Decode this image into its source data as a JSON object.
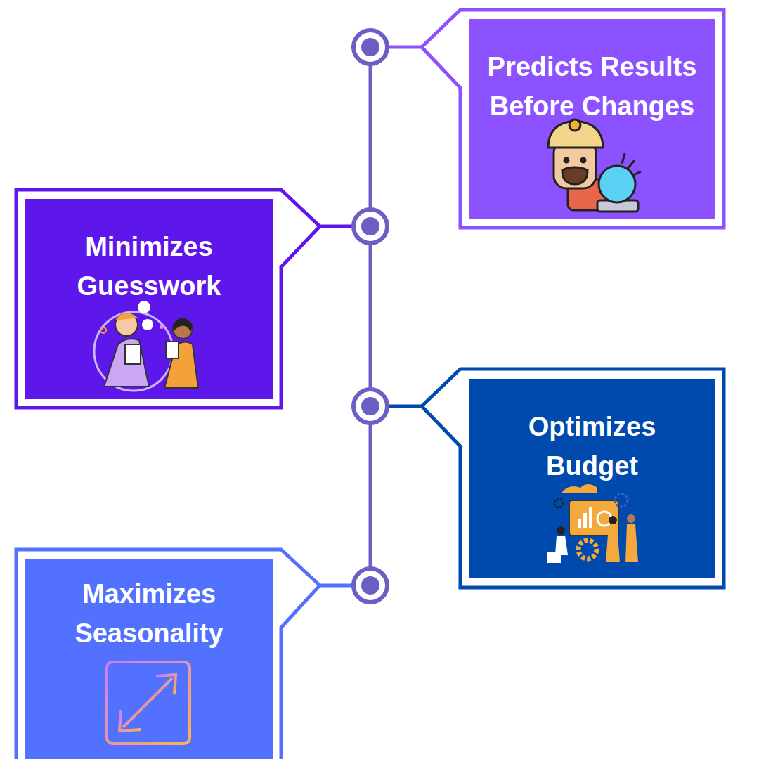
{
  "diagram": {
    "nodes": [
      {
        "text": [
          "Predicts Results Before Changes"
        ]
      },
      {
        "text": [
          "Minimizes Guesswork"
        ]
      },
      {
        "text": [
          "Optimizes Budget"
        ]
      },
      {
        "text": [
          "Maximizes Seasonality"
        ]
      }
    ]
  }
}
